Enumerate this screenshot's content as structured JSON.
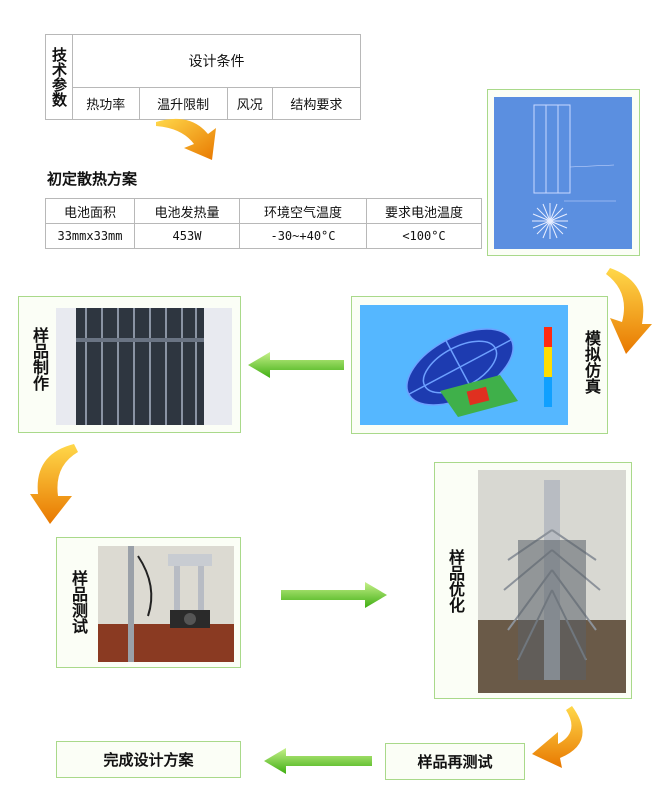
{
  "params_table": {
    "side_label": "技术参数",
    "title": "设计条件",
    "cols": [
      "热功率",
      "温升限制",
      "风况",
      "结构要求"
    ]
  },
  "initial_scheme": {
    "title": "初定散热方案",
    "headers": [
      "电池面积",
      "电池发热量",
      "环境空气温度",
      "要求电池温度"
    ],
    "values": [
      "33mmx33mm",
      "453W",
      "-30~+40°C",
      "<100°C"
    ]
  },
  "steps": {
    "simulation": "模拟仿真",
    "sample_making": "样品制作",
    "sample_test": "样品测试",
    "sample_optimize": "样品优化",
    "retest": "样品再测试",
    "final": "完成设计方案"
  },
  "colors": {
    "box_border": "#a9d98a",
    "arrow_green": "#5cc41a",
    "arrow_orange": "#f39a1b"
  }
}
